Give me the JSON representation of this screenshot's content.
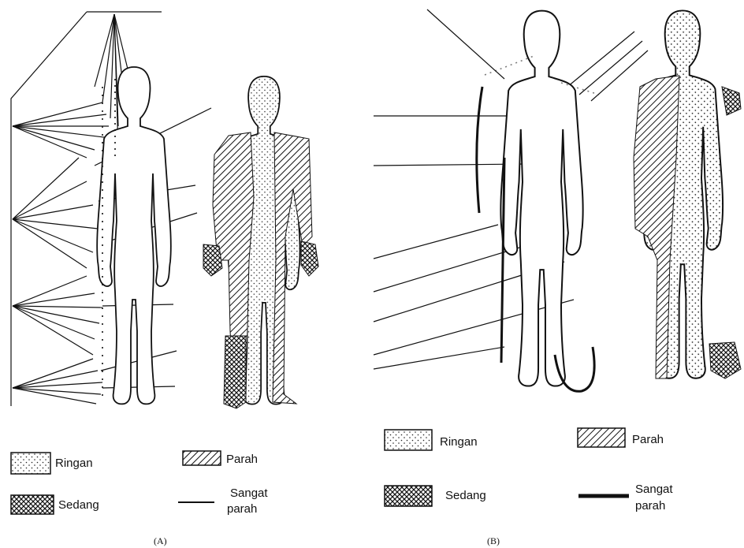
{
  "panels": [
    {
      "caption": "(A)",
      "legend": {
        "ringan": "Ringan",
        "parah": "Parah",
        "sedang": "Sedang",
        "sangat_parah": [
          "Sangat",
          "parah"
        ]
      }
    },
    {
      "caption": "(B)",
      "legend": {
        "ringan": "Ringan",
        "parah": "Parah",
        "sedang": "Sedang",
        "sangat_parah": [
          "Sangat",
          "parah"
        ]
      }
    }
  ],
  "colors": {
    "ink": "#111111",
    "paper": "#ffffff"
  }
}
